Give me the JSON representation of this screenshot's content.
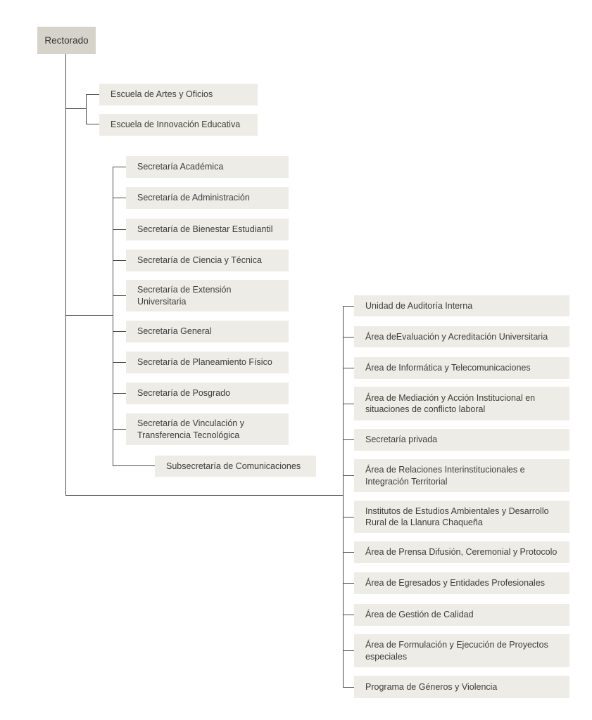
{
  "diagram": {
    "root": {
      "label": "Rectorado"
    },
    "escuelas": {
      "items": [
        {
          "label": "Escuela de Artes y Oficios"
        },
        {
          "label": "Escuela de Innovación Educativa"
        }
      ]
    },
    "secretarias": {
      "items": [
        {
          "label": "Secretaría Académica"
        },
        {
          "label": "Secretaría de Administración"
        },
        {
          "label": "Secretaría de Bienestar Estudiantil"
        },
        {
          "label": "Secretaría de Ciencia y Técnica"
        },
        {
          "label": "Secretaría de Extensión\nUniversitaria"
        },
        {
          "label": "Secretaría General"
        },
        {
          "label": "Secretaría de Planeamiento Físico"
        },
        {
          "label": "Secretaría de Posgrado"
        },
        {
          "label": "Secretaría de Vinculación y\nTransferencia Tecnológica"
        },
        {
          "label": "Subsecretaría de Comunicaciones"
        }
      ]
    },
    "areas": {
      "items": [
        {
          "label": "Unidad de Auditoría Interna"
        },
        {
          "label": "Área deEvaluación y Acreditación Universitaria"
        },
        {
          "label": "Área de Informática y Telecomunicaciones"
        },
        {
          "label": "Área de Mediación y Acción Institucional en\nsituaciones de conflicto laboral"
        },
        {
          "label": "Secretaría privada"
        },
        {
          "label": "Área de Relaciones Interinstitucionales e\nIntegración Territorial"
        },
        {
          "label": "Institutos de Estudios Ambientales y Desarrollo\nRural de la Llanura Chaqueña"
        },
        {
          "label": "Área de Prensa Difusión, Ceremonial y Protocolo"
        },
        {
          "label": "Área de Egresados y Entidades Profesionales"
        },
        {
          "label": "Área de Gestión de Calidad"
        },
        {
          "label": "Área de Formulación y Ejecución de Proyectos\nespeciales"
        },
        {
          "label": "Programa de Géneros y Violencia"
        }
      ]
    },
    "colors": {
      "root_fill": "#d6d4ca",
      "node_fill": "#edece6",
      "line": "#4a4a48",
      "text": "#3d3d3b"
    }
  }
}
